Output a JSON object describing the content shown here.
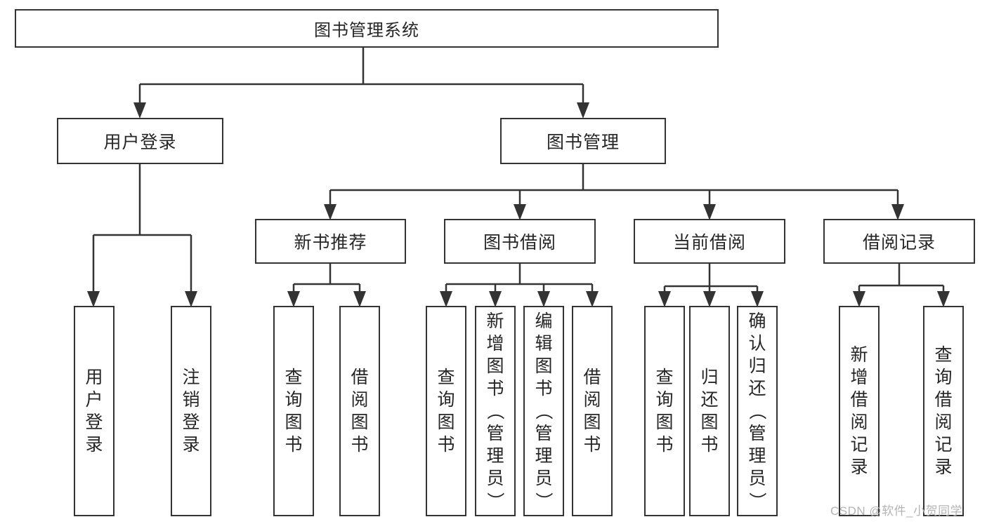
{
  "tree": {
    "root": {
      "label": "图书管理系统"
    },
    "children": [
      {
        "label": "用户登录",
        "children": [
          {
            "label": "用户登录"
          },
          {
            "label": "注销登录"
          }
        ]
      },
      {
        "label": "图书管理",
        "children": [
          {
            "label": "新书推荐",
            "children": [
              {
                "label": "查询图书"
              },
              {
                "label": "借阅图书"
              }
            ]
          },
          {
            "label": "图书借阅",
            "children": [
              {
                "label": "查询图书"
              },
              {
                "label": "新增图书（管理员）"
              },
              {
                "label": "编辑图书（管理员）"
              },
              {
                "label": "借阅图书"
              }
            ]
          },
          {
            "label": "当前借阅",
            "children": [
              {
                "label": "查询图书"
              },
              {
                "label": "归还图书"
              },
              {
                "label": "确认归还（管理员）"
              }
            ]
          },
          {
            "label": "借阅记录",
            "children": [
              {
                "label": "新增借阅记录"
              },
              {
                "label": "查询借阅记录"
              }
            ]
          }
        ]
      }
    ]
  },
  "watermark": "CSDN @软件_小贺同学",
  "colors": {
    "line": "#333333",
    "box_border": "#333333",
    "box_background": "#ffffff",
    "text": "#262626",
    "watermark": "#b4b4b4"
  }
}
